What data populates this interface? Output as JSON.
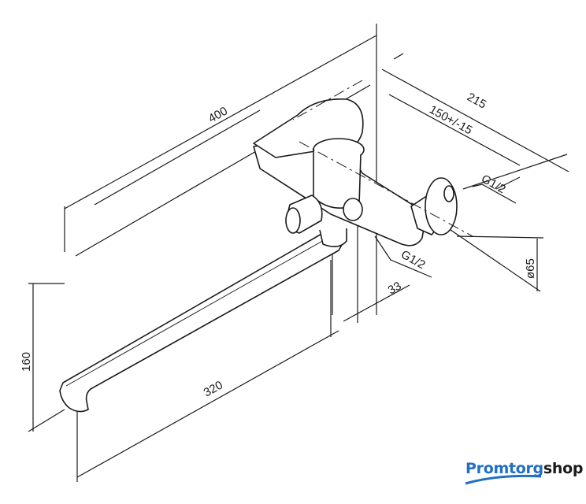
{
  "dimensions": {
    "overall_length": "400",
    "wall_to_end": "215",
    "connection_spacing": "150+/-15",
    "thread_wall": "G1/2",
    "thread_outlet": "G1/2",
    "flange_diameter": "ø65",
    "offset": "33",
    "height": "160",
    "spout_length": "320"
  },
  "logo": {
    "part1": "Promtorg",
    "part2": "shop",
    "brand_color": "#1f6fc4"
  }
}
